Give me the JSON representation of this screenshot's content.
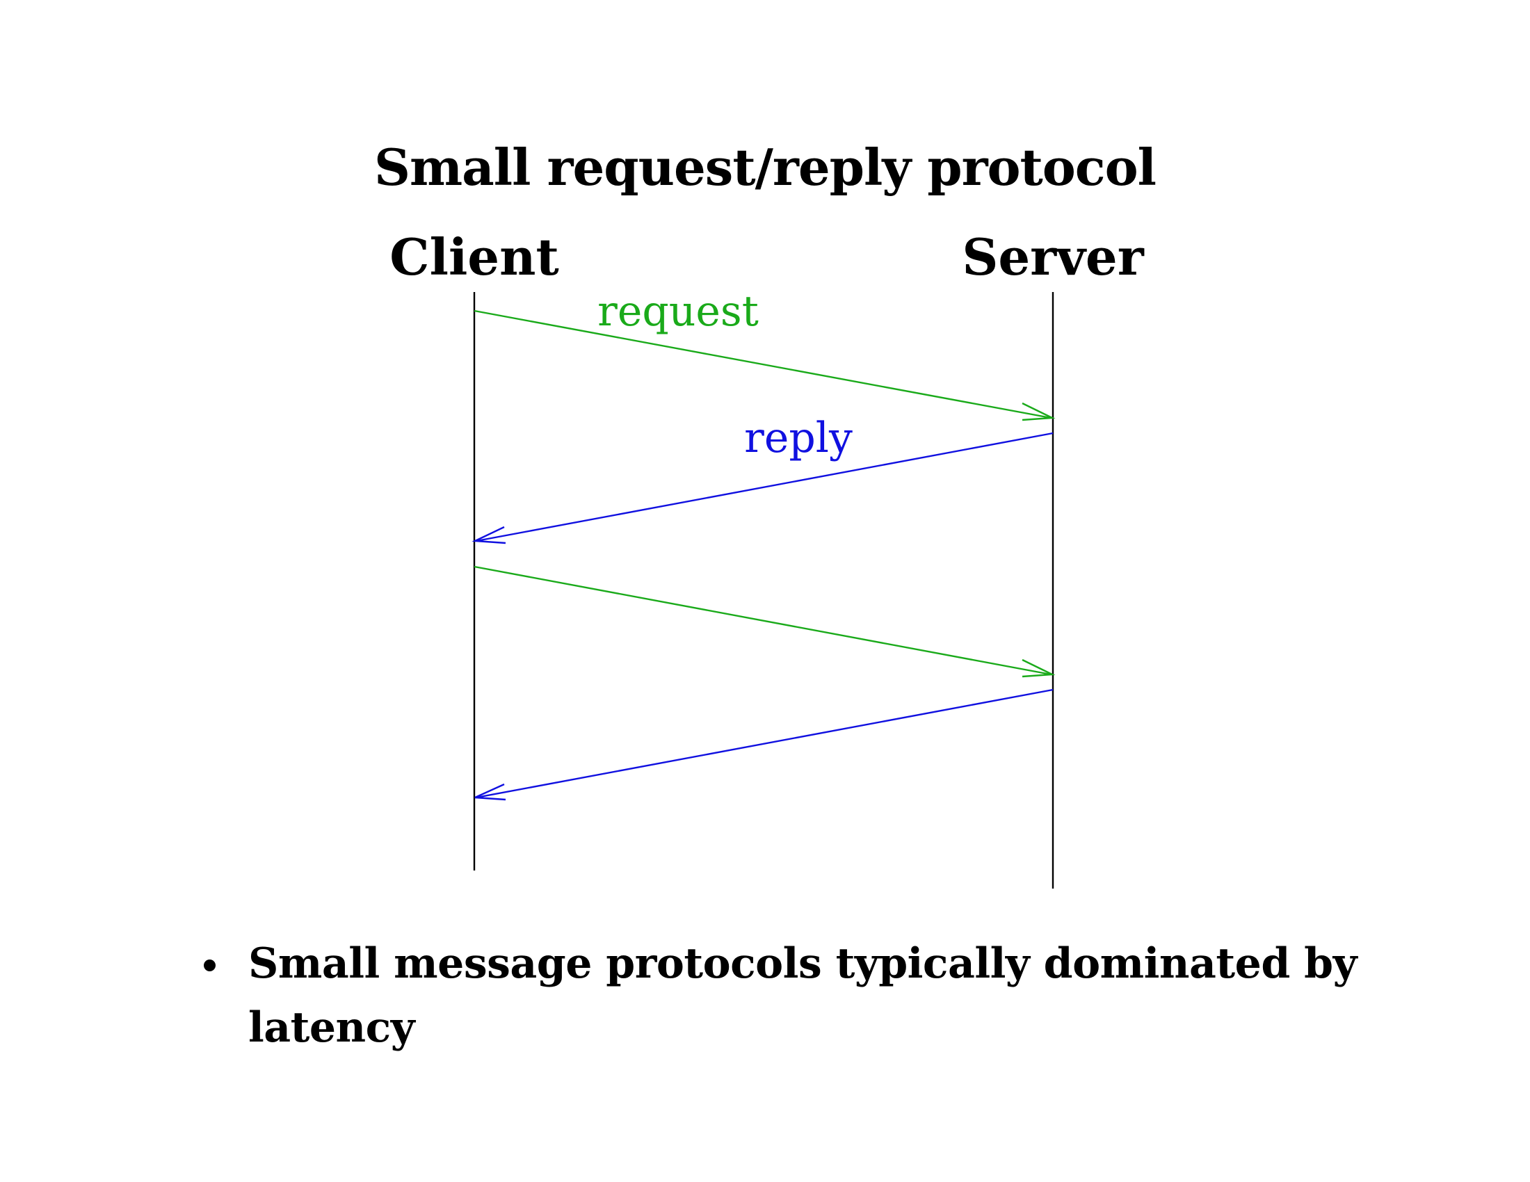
{
  "slide": {
    "title": "Small request/reply protocol"
  },
  "diagram": {
    "participants": [
      {
        "id": "client",
        "label": "Client"
      },
      {
        "id": "server",
        "label": "Server"
      }
    ],
    "messages": [
      {
        "from": "client",
        "to": "server",
        "label": "request",
        "color": "#1aaa1a"
      },
      {
        "from": "server",
        "to": "client",
        "label": "reply",
        "color": "#1010e0"
      },
      {
        "from": "client",
        "to": "server",
        "label": "",
        "color": "#1aaa1a"
      },
      {
        "from": "server",
        "to": "client",
        "label": "",
        "color": "#1010e0"
      }
    ],
    "lifeline_color": "#000000"
  },
  "bullets": [
    {
      "text": "Small message protocols typically dominated by latency"
    }
  ]
}
